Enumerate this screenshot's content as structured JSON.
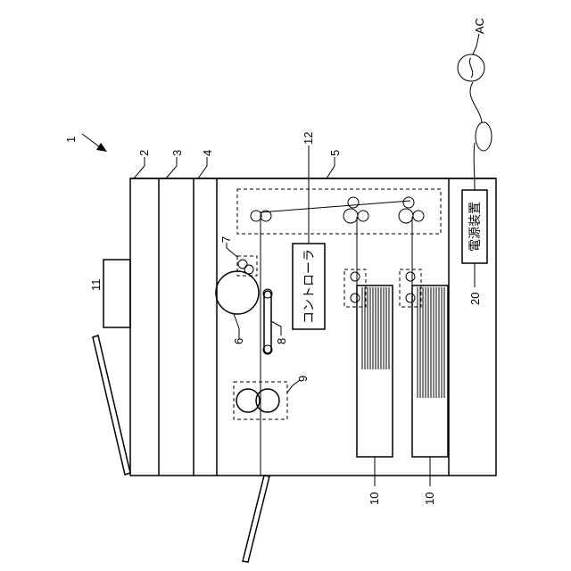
{
  "labels": {
    "apparatus": "1",
    "unit_2": "2",
    "unit_3": "3",
    "unit_4": "4",
    "unit_5": "5",
    "drum": "6",
    "charger": "7",
    "transfer": "8",
    "fixing": "9",
    "tray_a": "10",
    "tray_b": "10",
    "scanner": "11",
    "controller_ref": "12",
    "power_ref": "20",
    "ac": "AC"
  },
  "boxes": {
    "controller_text": "コントローラ",
    "power_text": "電源装置"
  }
}
